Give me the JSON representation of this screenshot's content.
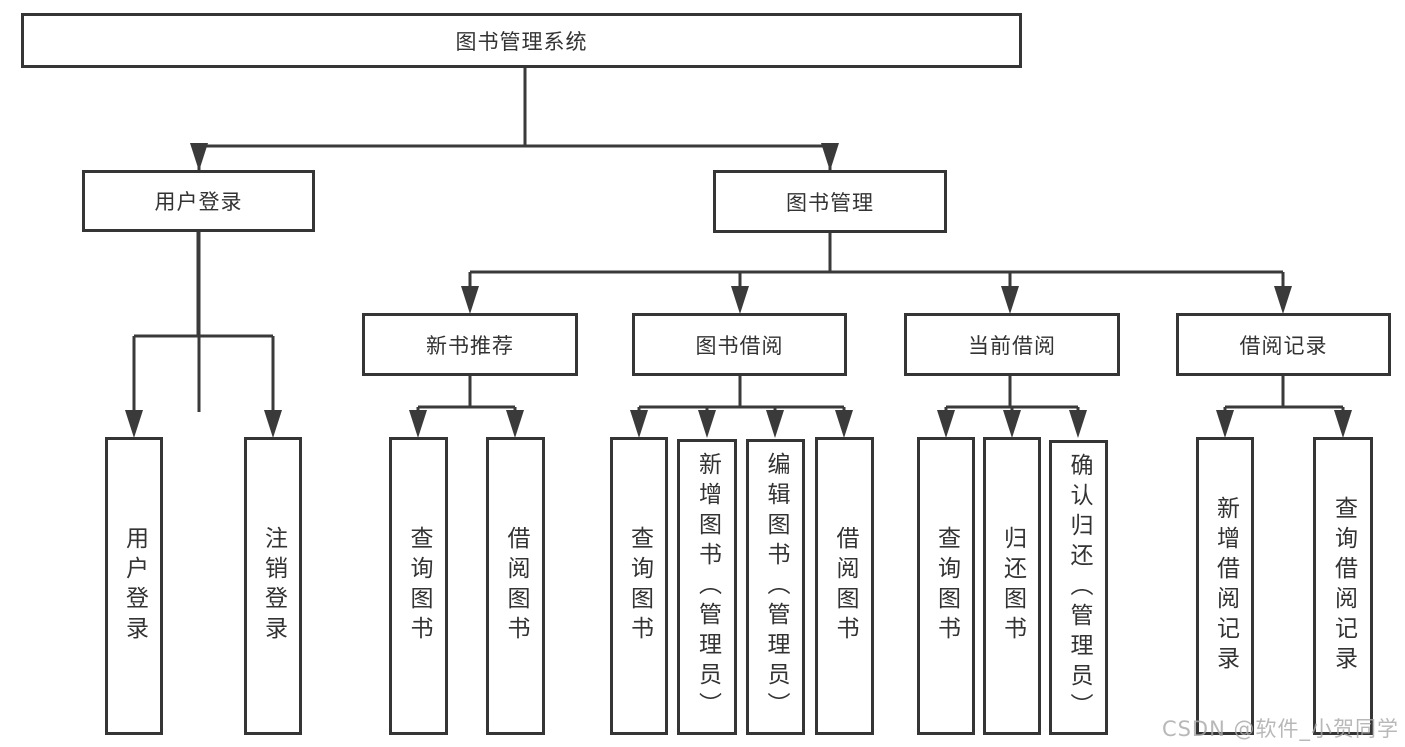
{
  "diagram": {
    "watermark": "CSDN @软件_小贺同学",
    "colors": {
      "box_border": "#353535",
      "connector": "#3a3a3a",
      "text": "#333333",
      "background": "#ffffff",
      "watermark": "#a8a8a8"
    },
    "nodes": {
      "root": "图书管理系统",
      "user_login_branch": "用户登录",
      "book_management_branch": "图书管理",
      "new_book_recommend": "新书推荐",
      "book_borrow": "图书借阅",
      "current_borrow": "当前借阅",
      "borrow_records": "借阅记录",
      "leaf_user_login": "用户登录",
      "leaf_logout": "注销登录",
      "leaf_nbr_query_books": "查询图书",
      "leaf_nbr_borrow_books": "借阅图书",
      "leaf_bb_query_books": "查询图书",
      "leaf_bb_add_books": "新增图书（管理员）",
      "leaf_bb_edit_books": "编辑图书（管理员）",
      "leaf_bb_borrow_books": "借阅图书",
      "leaf_cb_query_books": "查询图书",
      "leaf_cb_return_books": "归还图书",
      "leaf_cb_confirm_return": "确认归还（管理员）",
      "leaf_br_add_record": "新增借阅记录",
      "leaf_br_query_record": "查询借阅记录"
    }
  }
}
